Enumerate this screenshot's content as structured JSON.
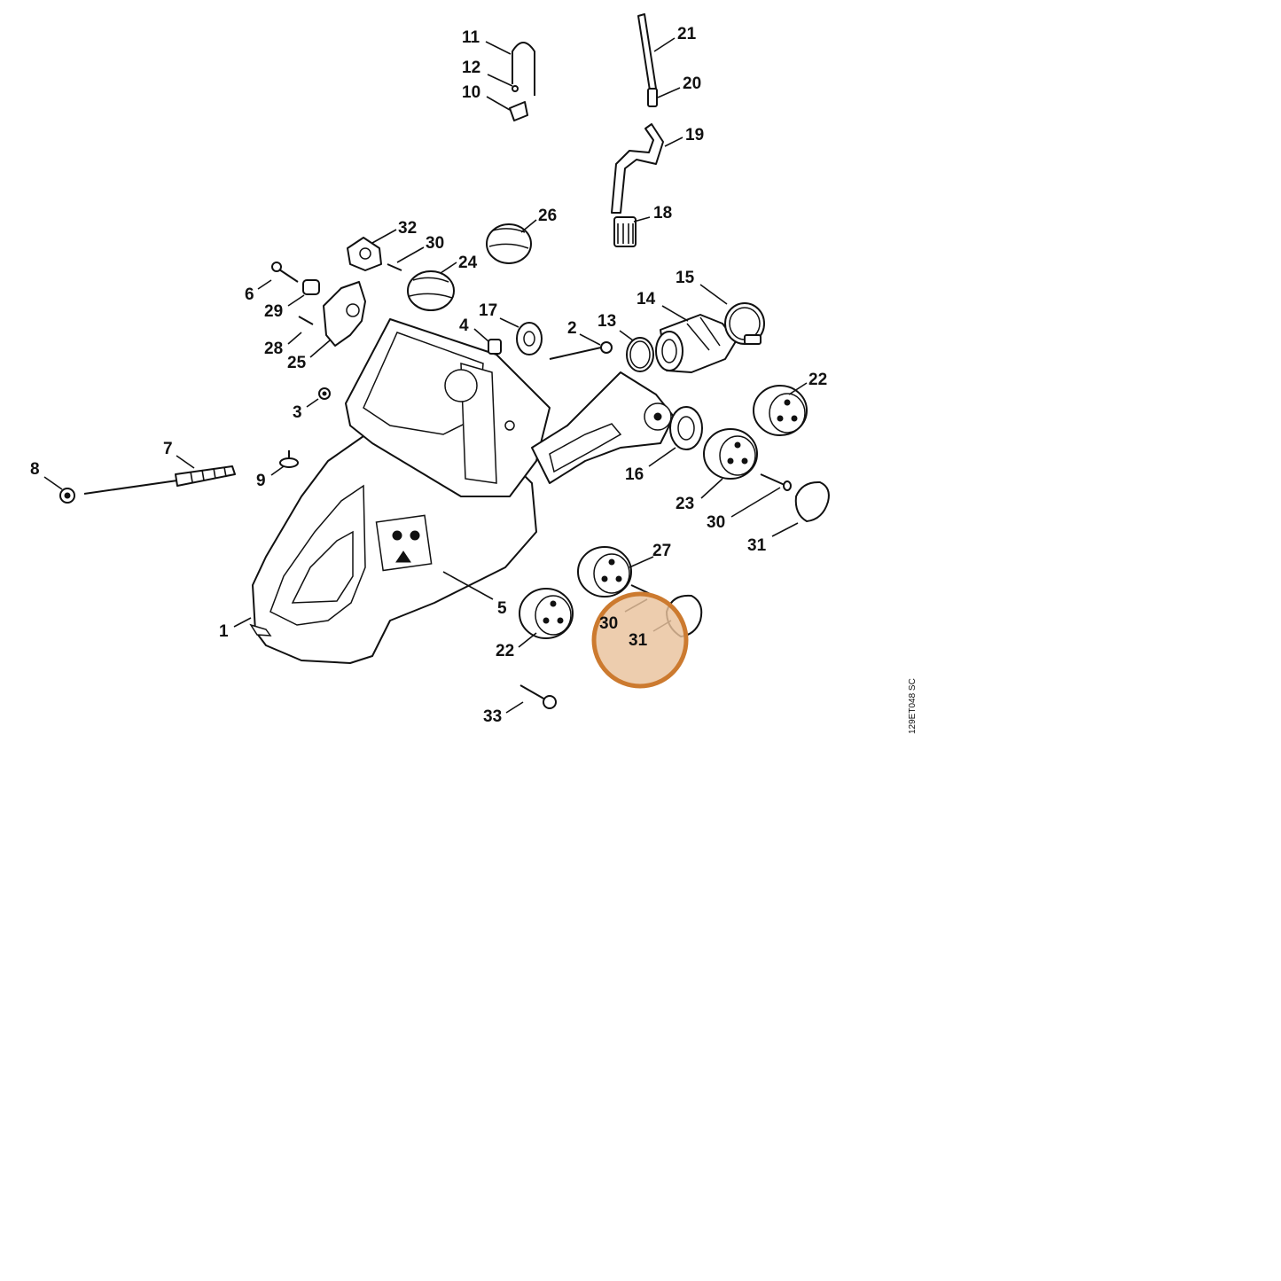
{
  "diagram": {
    "drawing_code": "129ET048 SC",
    "highlight_color": "#cc7a2f",
    "callouts": [
      {
        "id": "c1",
        "label": "1"
      },
      {
        "id": "c2",
        "label": "2"
      },
      {
        "id": "c3",
        "label": "3"
      },
      {
        "id": "c4",
        "label": "4"
      },
      {
        "id": "c5",
        "label": "5"
      },
      {
        "id": "c6",
        "label": "6"
      },
      {
        "id": "c7",
        "label": "7"
      },
      {
        "id": "c8",
        "label": "8"
      },
      {
        "id": "c9",
        "label": "9"
      },
      {
        "id": "c10",
        "label": "10"
      },
      {
        "id": "c11",
        "label": "11"
      },
      {
        "id": "c12",
        "label": "12"
      },
      {
        "id": "c13",
        "label": "13"
      },
      {
        "id": "c14",
        "label": "14"
      },
      {
        "id": "c15",
        "label": "15"
      },
      {
        "id": "c16",
        "label": "16"
      },
      {
        "id": "c17",
        "label": "17"
      },
      {
        "id": "c18",
        "label": "18"
      },
      {
        "id": "c19",
        "label": "19"
      },
      {
        "id": "c20",
        "label": "20"
      },
      {
        "id": "c21",
        "label": "21"
      },
      {
        "id": "c22a",
        "label": "22"
      },
      {
        "id": "c22b",
        "label": "22"
      },
      {
        "id": "c23",
        "label": "23"
      },
      {
        "id": "c24",
        "label": "24"
      },
      {
        "id": "c25",
        "label": "25"
      },
      {
        "id": "c26",
        "label": "26"
      },
      {
        "id": "c27",
        "label": "27"
      },
      {
        "id": "c28",
        "label": "28"
      },
      {
        "id": "c29",
        "label": "29"
      },
      {
        "id": "c30a",
        "label": "30"
      },
      {
        "id": "c30b",
        "label": "30"
      },
      {
        "id": "c30c",
        "label": "30"
      },
      {
        "id": "c31a",
        "label": "31"
      },
      {
        "id": "c31b",
        "label": "31"
      },
      {
        "id": "c32",
        "label": "32"
      },
      {
        "id": "c33",
        "label": "33"
      }
    ]
  }
}
